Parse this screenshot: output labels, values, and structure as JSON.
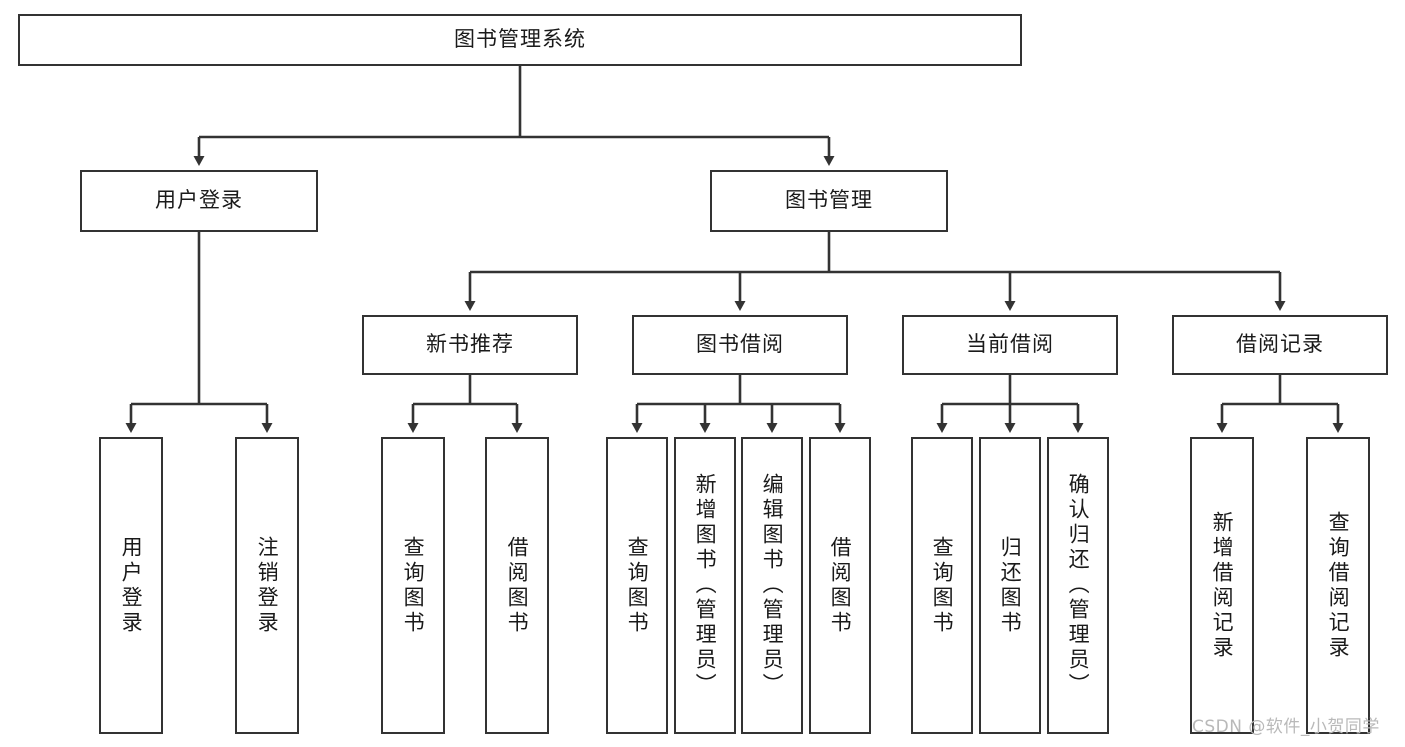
{
  "diagram": {
    "title": "图书管理系统",
    "type": "tree-hierarchy-flowchart",
    "watermark": "CSDN @软件_小贺同学",
    "colors": {
      "box_border": "#333333",
      "box_fill": "#ffffff",
      "connector": "#333333",
      "text": "#1a1a1a",
      "watermark": "#b9b9b9",
      "background": "#ffffff"
    },
    "root": {
      "label": "图书管理系统"
    },
    "level2": [
      {
        "label": "用户登录"
      },
      {
        "label": "图书管理"
      }
    ],
    "level3": [
      {
        "label": "新书推荐"
      },
      {
        "label": "图书借阅"
      },
      {
        "label": "当前借阅"
      },
      {
        "label": "借阅记录"
      }
    ],
    "leaves": {
      "user_login": [
        {
          "label": "用户登录"
        },
        {
          "label": "注销登录"
        }
      ],
      "new_book": [
        {
          "label": "查询图书"
        },
        {
          "label": "借阅图书"
        }
      ],
      "book_borrow": [
        {
          "label": "查询图书"
        },
        {
          "label": "新增图书（管理员）"
        },
        {
          "label": "编辑图书（管理员）"
        },
        {
          "label": "借阅图书"
        }
      ],
      "current_borrow": [
        {
          "label": "查询图书"
        },
        {
          "label": "归还图书"
        },
        {
          "label": "确认归还（管理员）"
        }
      ],
      "borrow_record": [
        {
          "label": "新增借阅记录"
        },
        {
          "label": "查询借阅记录"
        }
      ]
    }
  }
}
